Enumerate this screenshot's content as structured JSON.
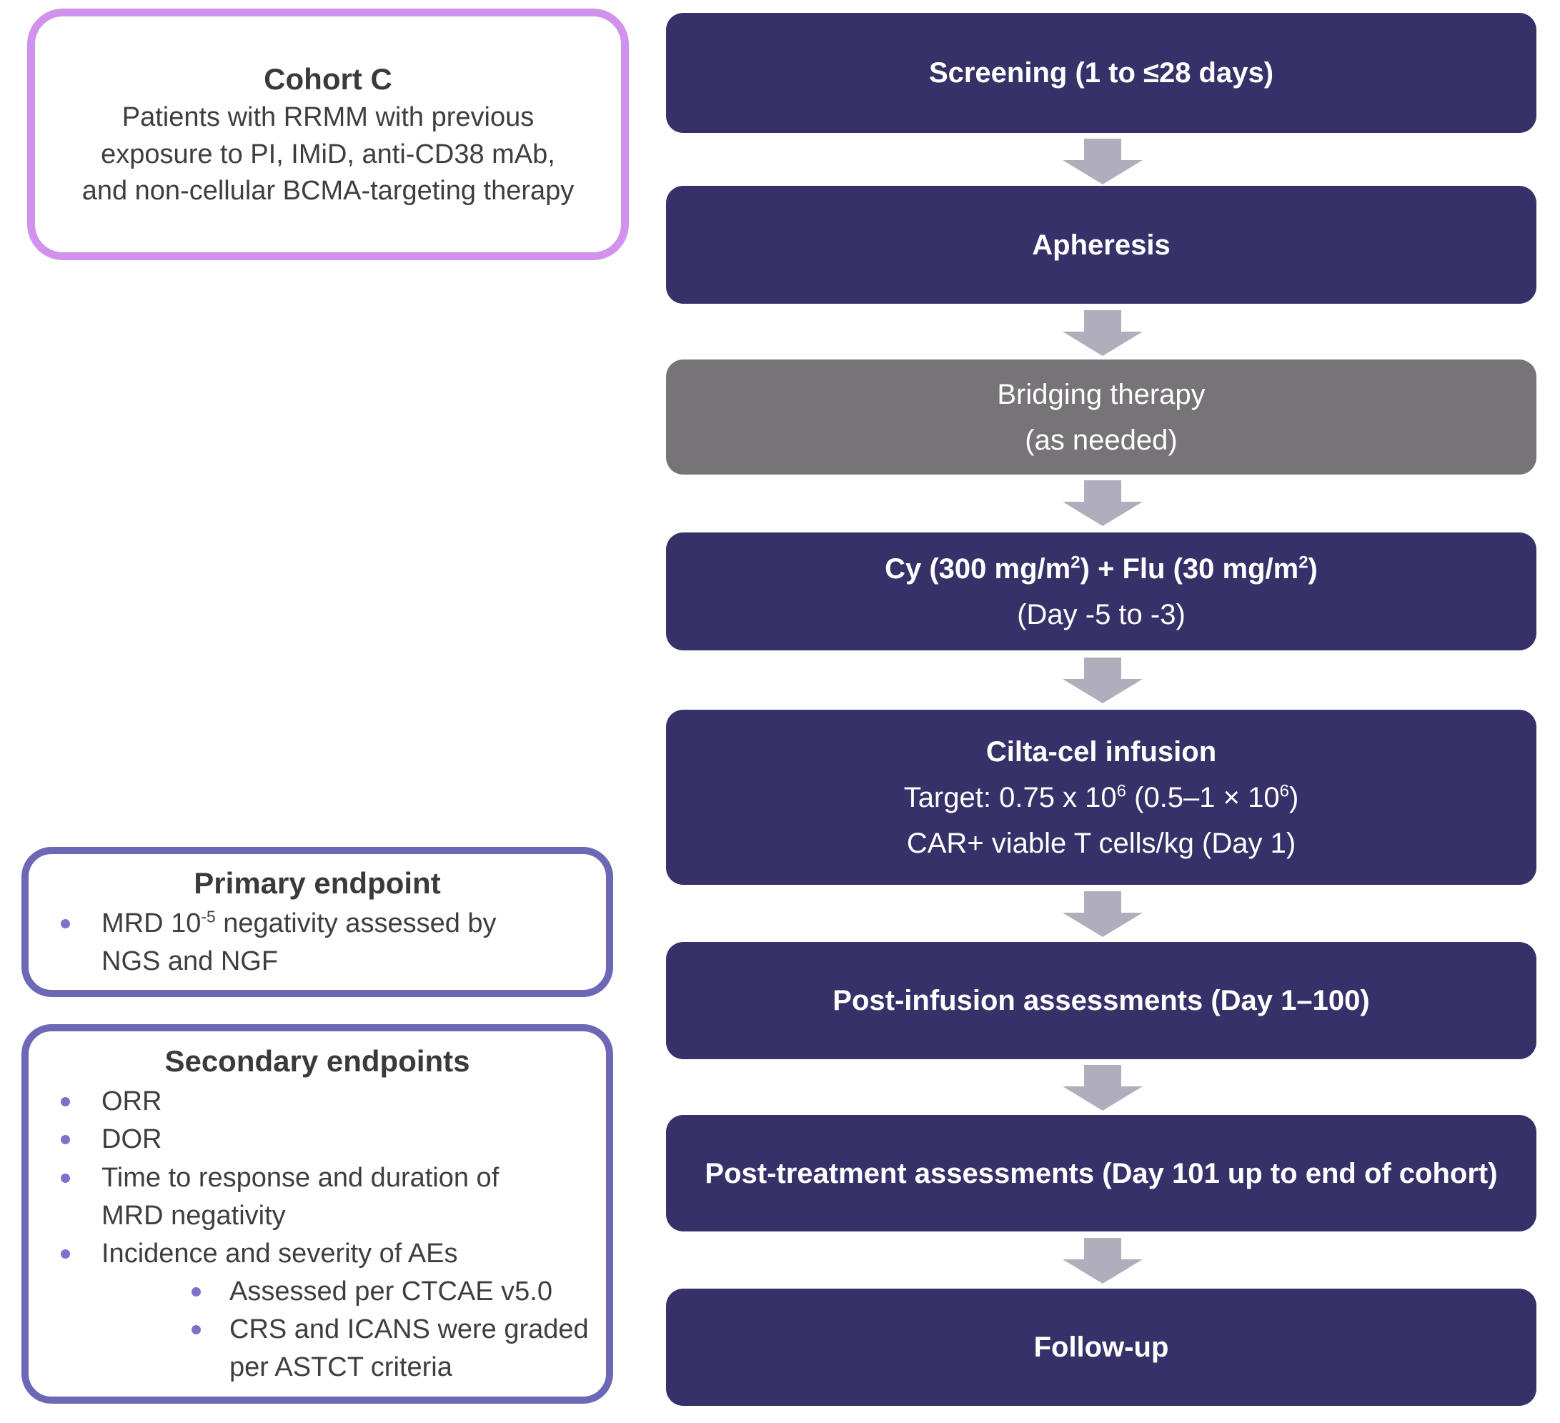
{
  "colors": {
    "flow_box_navy": "#363168",
    "flow_box_gray": "#767476",
    "arrow_gray": "#b0aebc",
    "cohort_border_purple": "#d092ec",
    "endpoint_border_purple": "#6d68b5",
    "bullet_purple": "#7a73cc",
    "body_text": "#3e3e3e",
    "flow_text": "#ffffff"
  },
  "cohort": {
    "title": "Cohort C",
    "description": "Patients with RRMM with previous exposure to PI, IMiD, anti-CD38 mAb, and non-cellular BCMA-targeting therapy"
  },
  "primary": {
    "title": "Primary endpoint",
    "item1_html": "MRD 10<sup>-5</sup> negativity assessed by NGS and NGF"
  },
  "secondary": {
    "title": "Secondary endpoints",
    "item1": "ORR",
    "item2": "DOR",
    "item3": "Time to response and duration of MRD negativity",
    "item4": "Incidence and severity of AEs",
    "sub1": "Assessed per CTCAE v5.0",
    "sub2": "CRS and ICANS were graded per ASTCT criteria"
  },
  "flow": {
    "screening": {
      "line1_html": "Screening (1 to ≤28 days)"
    },
    "apheresis": {
      "line1_html": "Apheresis"
    },
    "bridging": {
      "line1_html": "Bridging therapy",
      "line2_html": "(as needed)"
    },
    "lymphodepletion": {
      "line1_html": "Cy (300 mg/m<sup>2</sup>) + Flu (30 mg/m<sup>2</sup>)",
      "line2_html": "(Day -5 to -3)"
    },
    "ciltacel": {
      "line1_html": "Cilta-cel infusion",
      "line2_html": "Target: 0.75 x 10<sup>6</sup> (0.5–1 × 10<sup>6</sup>)",
      "line3_html": "CAR+ viable T cells/kg (Day 1)"
    },
    "postinfusion": {
      "line1_html": "Post-infusion assessments (Day 1–100)"
    },
    "posttreatment": {
      "line1_html": "Post-treatment assessments (Day 101 up to end of cohort)"
    },
    "followup": {
      "line1_html": "Follow-up"
    }
  }
}
